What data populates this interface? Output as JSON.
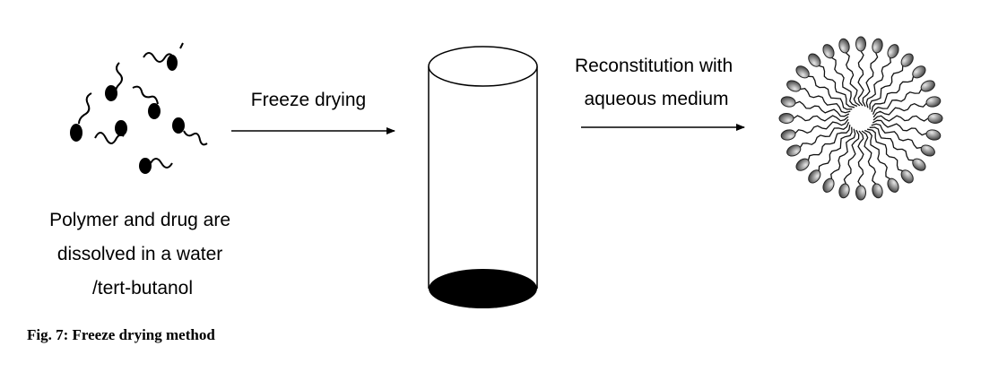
{
  "diagram": {
    "steps": [
      {
        "label_lines": [
          "Polymer and drug are",
          "dissolved in a water",
          "/tert-butanol"
        ]
      },
      {
        "label_lines": []
      },
      {
        "label_lines": []
      }
    ],
    "arrows": [
      {
        "label_lines": [
          "Freeze drying"
        ]
      },
      {
        "label_lines": [
          "Reconstitution with",
          "aqueous medium"
        ]
      }
    ]
  },
  "caption": "Fig. 7: Freeze drying method",
  "colors": {
    "ink": "#000000",
    "background": "#ffffff",
    "micelle_head": "#777777"
  }
}
